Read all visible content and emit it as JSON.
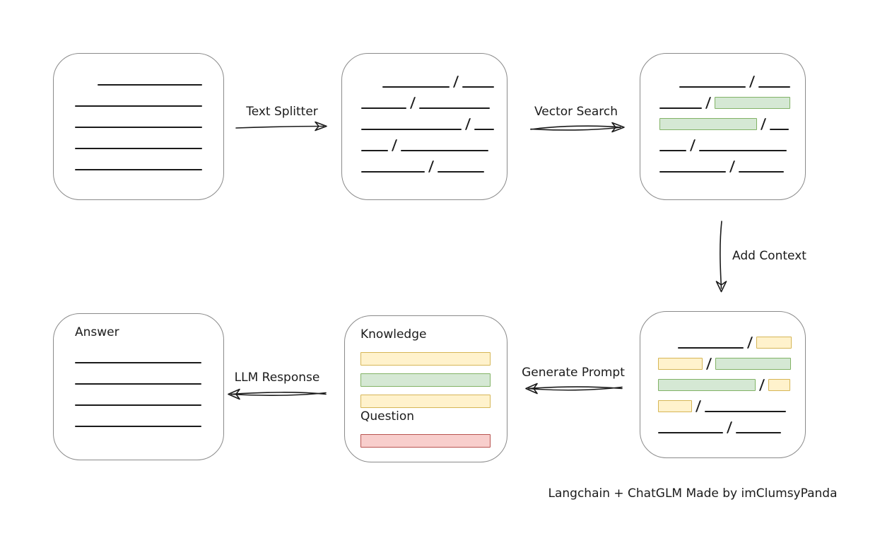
{
  "slash": "/",
  "colors": {
    "ink": "#1b1b1b",
    "box_border": "#8a8a8a",
    "green_fill": "#d5e8d4",
    "green_border": "#82b366",
    "yellow_fill": "#fff2cc",
    "yellow_border": "#d6b656",
    "red_fill": "#f8cecc",
    "red_border": "#b85450"
  },
  "labels": {
    "text_splitter": "Text Splitter",
    "vector_search": "Vector Search",
    "add_context": "Add Context",
    "generate_prompt": "Generate Prompt",
    "llm_response": "LLM Response",
    "knowledge": "Knowledge",
    "question": "Question",
    "answer": "Answer",
    "caption": "Langchain + ChatGLM Made by imClumsyPanda"
  },
  "boxes": {
    "document": {
      "rows": [
        [
          {
            "t": "indent",
            "w": 32
          },
          {
            "t": "line",
            "w": 148
          }
        ],
        [
          {
            "t": "line",
            "w": 180
          }
        ],
        [
          {
            "t": "line",
            "w": 180
          }
        ],
        [
          {
            "t": "line",
            "w": 180
          }
        ],
        [
          {
            "t": "line",
            "w": 180
          }
        ]
      ]
    },
    "chunks": {
      "rows": [
        [
          {
            "t": "indent",
            "w": 30
          },
          {
            "t": "line",
            "w": 95
          },
          {
            "t": "slash"
          },
          {
            "t": "line",
            "w": 45
          }
        ],
        [
          {
            "t": "line",
            "w": 64
          },
          {
            "t": "slash"
          },
          {
            "t": "line",
            "w": 100
          }
        ],
        [
          {
            "t": "line",
            "w": 142
          },
          {
            "t": "slash"
          },
          {
            "t": "line",
            "w": 28
          }
        ],
        [
          {
            "t": "line",
            "w": 38
          },
          {
            "t": "slash"
          },
          {
            "t": "line",
            "w": 124
          }
        ],
        [
          {
            "t": "line",
            "w": 90
          },
          {
            "t": "slash"
          },
          {
            "t": "line",
            "w": 66
          }
        ]
      ]
    },
    "retrieved": {
      "rows": [
        [
          {
            "t": "indent",
            "w": 28
          },
          {
            "t": "line",
            "w": 94
          },
          {
            "t": "slash"
          },
          {
            "t": "line",
            "w": 45
          }
        ],
        [
          {
            "t": "line",
            "w": 60
          },
          {
            "t": "slash"
          },
          {
            "t": "green",
            "w": 107
          }
        ],
        [
          {
            "t": "green",
            "w": 138
          },
          {
            "t": "slash"
          },
          {
            "t": "line",
            "w": 27
          }
        ],
        [
          {
            "t": "line",
            "w": 38
          },
          {
            "t": "slash"
          },
          {
            "t": "line",
            "w": 124
          }
        ],
        [
          {
            "t": "line",
            "w": 94
          },
          {
            "t": "slash"
          },
          {
            "t": "line",
            "w": 64
          }
        ]
      ]
    },
    "context": {
      "rows": [
        [
          {
            "t": "indent",
            "w": 28
          },
          {
            "t": "line",
            "w": 93
          },
          {
            "t": "slash"
          },
          {
            "t": "yellow",
            "w": 50
          }
        ],
        [
          {
            "t": "yellow",
            "w": 63
          },
          {
            "t": "slash"
          },
          {
            "t": "green",
            "w": 107
          }
        ],
        [
          {
            "t": "green",
            "w": 138
          },
          {
            "t": "slash"
          },
          {
            "t": "yellow",
            "w": 31
          }
        ],
        [
          {
            "t": "yellow",
            "w": 48
          },
          {
            "t": "slash"
          },
          {
            "t": "line",
            "w": 115
          }
        ],
        [
          {
            "t": "line",
            "w": 92
          },
          {
            "t": "slash"
          },
          {
            "t": "line",
            "w": 64
          }
        ]
      ]
    },
    "prompt": {
      "knowledge_bars": [
        [
          {
            "t": "yellow",
            "w": 184
          }
        ],
        [
          {
            "t": "green",
            "w": 184
          }
        ],
        [
          {
            "t": "yellow",
            "w": 184
          }
        ]
      ],
      "question_bars": [
        [
          {
            "t": "red",
            "w": 184
          }
        ]
      ]
    },
    "answer": {
      "rows": [
        [
          {
            "t": "line",
            "w": 179
          }
        ],
        [
          {
            "t": "line",
            "w": 179
          }
        ],
        [
          {
            "t": "line",
            "w": 179
          }
        ],
        [
          {
            "t": "line",
            "w": 179
          }
        ]
      ]
    }
  }
}
